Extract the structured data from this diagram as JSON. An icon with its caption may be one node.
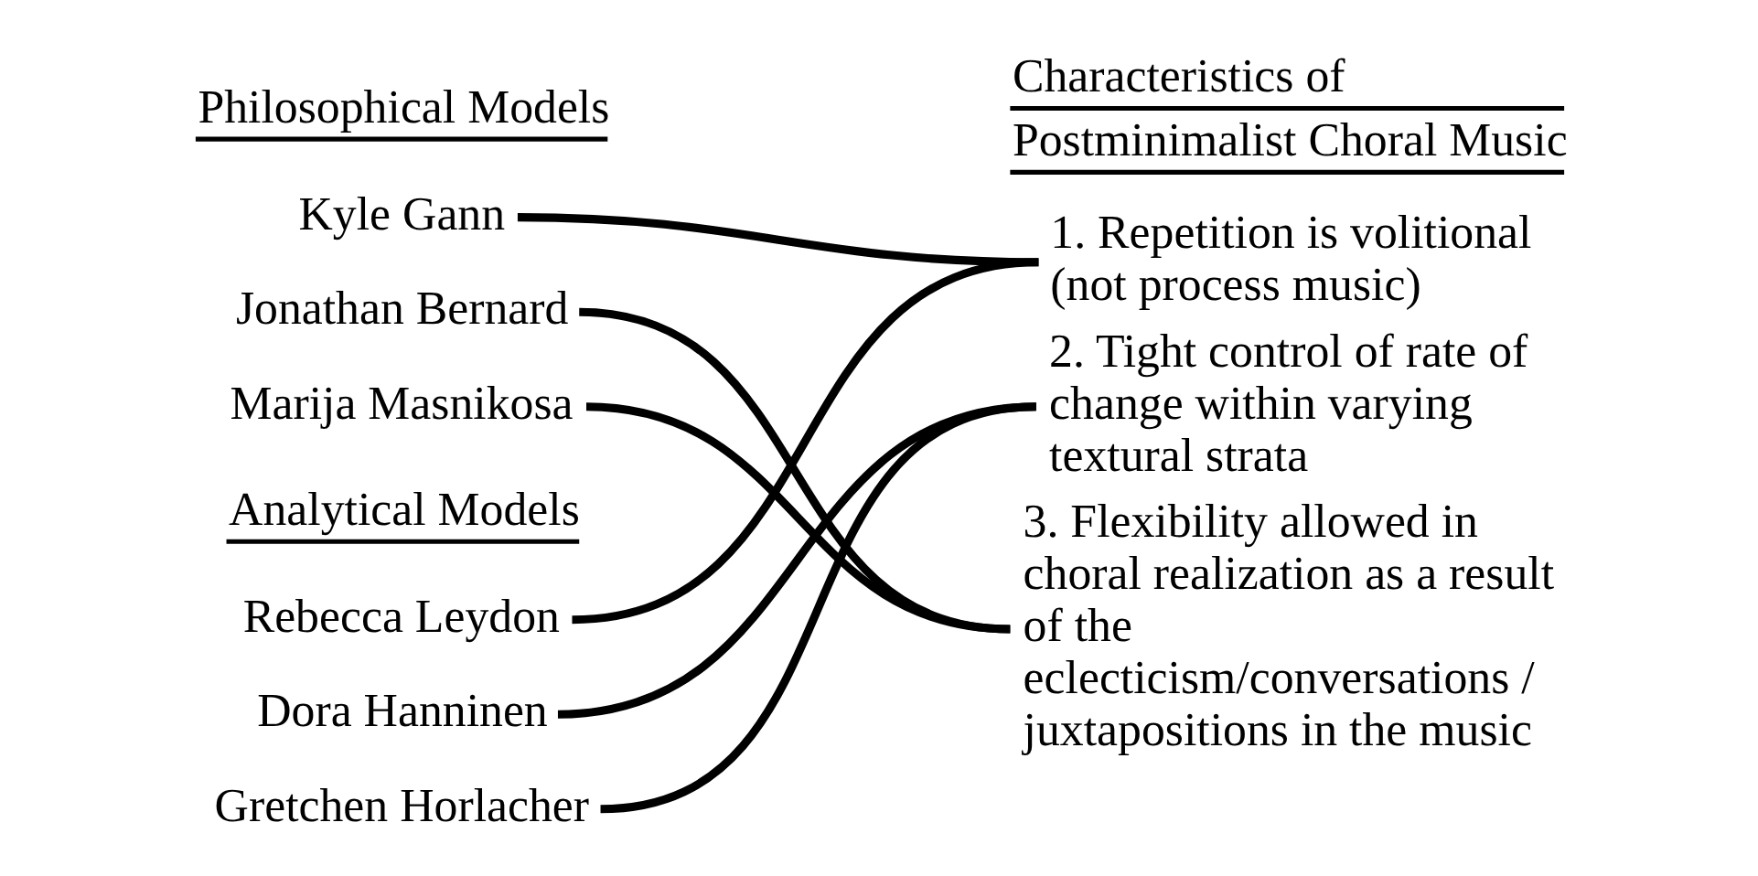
{
  "diagram": {
    "nodes": [
      {
        "text": [
          "Kyle Gann"
        ]
      },
      {
        "text": [
          "Jonathan Bernard"
        ]
      },
      {
        "text": [
          "Marija Masnikosa"
        ]
      },
      {
        "text": [
          "Rebecca Leydon"
        ]
      },
      {
        "text": [
          "Dora Hanninen"
        ]
      },
      {
        "text": [
          "Gretchen Horlacher"
        ]
      },
      {
        "text": [
          "1. Repetition is volitional (not process music)"
        ]
      },
      {
        "text": [
          "2. Tight control of rate of change within varying textural strata"
        ]
      },
      {
        "text": [
          "3. Flexibility allowed in choral realization as a result of the eclecticism/conversations / juxtapositions in the music"
        ]
      }
    ],
    "edges": [
      {
        "from": 0,
        "to": 6,
        "arrow": "none"
      },
      {
        "from": 1,
        "to": 8,
        "arrow": "none"
      },
      {
        "from": 2,
        "to": 8,
        "arrow": "none"
      },
      {
        "from": 3,
        "to": 6,
        "arrow": "none"
      },
      {
        "from": 4,
        "to": 7,
        "arrow": "none"
      },
      {
        "from": 5,
        "to": 7,
        "arrow": "none"
      }
    ],
    "labels": [
      "Philosophical Models",
      "Characteristics of Postminimalist Choral Music",
      "Analytical Models"
    ]
  }
}
